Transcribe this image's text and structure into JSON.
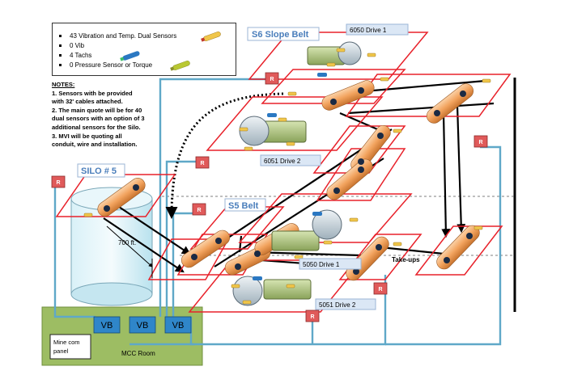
{
  "legend": {
    "items": [
      {
        "label": "43 Vibration and Temp.  Dual Sensors",
        "sensor": "dual-sensor-icon",
        "body_color": "#f0c64a",
        "tip_color": "#c0392b"
      },
      {
        "label": "0 Vib",
        "sensor": "vib-sensor-icon"
      },
      {
        "label": "4 Tachs",
        "sensor": "tach-sensor-icon",
        "body_color": "#2b78c2",
        "tip_color": "#3fbf6a"
      },
      {
        "label": "0 Pressure Sensor  or Torque",
        "sensor": "torque-sensor-icon",
        "body_color": "#b9c832",
        "tip_color": "#8a8f2a"
      }
    ]
  },
  "notes": {
    "heading": "NOTES:",
    "lines": [
      "1. Sensors with be provided",
      "with 32' cables attached.",
      "2. The main quote will be for 40",
      "dual sensors with an option of 3",
      "additional sensors for the Silo.",
      "3. MVI will be quoting all",
      "conduit, wire and installation."
    ]
  },
  "labels": {
    "s6_slope_belt": "S6 Slope Belt",
    "s5_belt": "S5 Belt",
    "silo": "SILO # 5",
    "drive_6050": "6050 Drive 1",
    "drive_6051": "6051 Drive 2",
    "drive_5050": "5050 Drive 1",
    "drive_5051": "5051 Drive 2",
    "takeups": "Take-ups",
    "distance": "700 ft.",
    "vb": "VB",
    "mine_com": "Mine com",
    "mine_com_2": "panel",
    "mcc_room": "MCC Room",
    "r": "R"
  },
  "colors": {
    "red_frame": "#e8212a",
    "conveyor_orange": "#f2a35e",
    "cyan_wire": "#5fa8c8",
    "room_green": "#9dbd63",
    "vb_blue": "#2f86c9",
    "label_blue": "#4a7ebb",
    "r_box": "#e05a5a"
  }
}
